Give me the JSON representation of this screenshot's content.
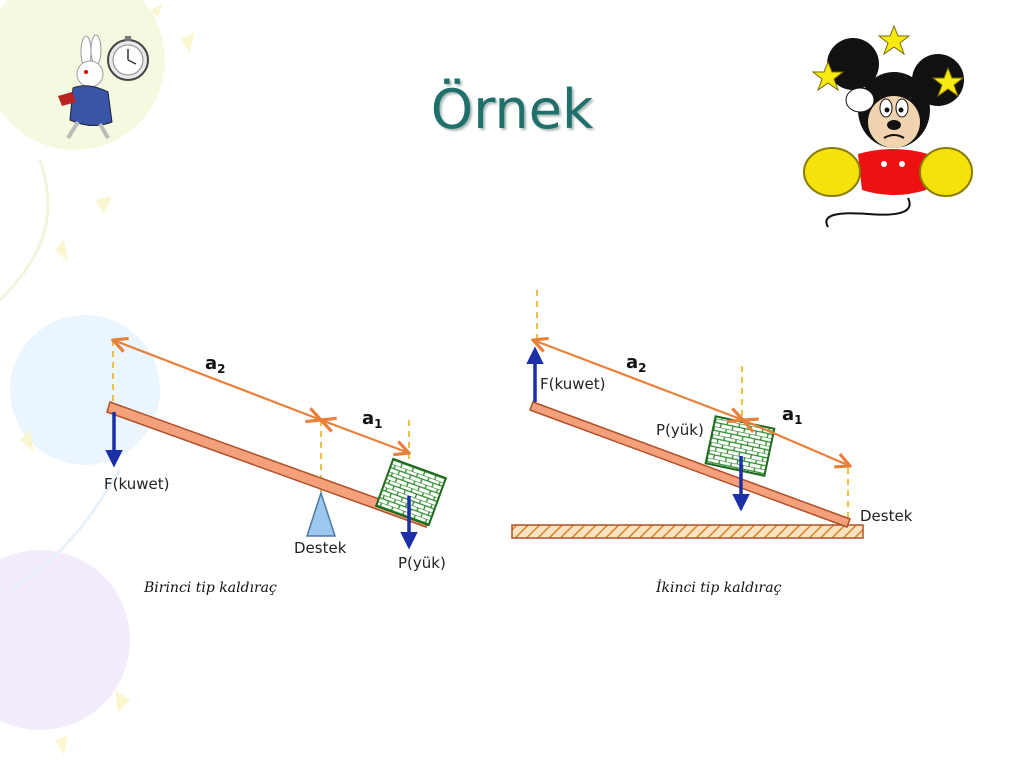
{
  "slide": {
    "title": "Örnek"
  },
  "lever1": {
    "caption": "Birinci tip kaldıraç",
    "force_label": "F(kuwet)",
    "support_label": "Destek",
    "load_label": "P(yük)",
    "a2_label": "a",
    "a2_sub": "2",
    "a1_label": "a",
    "a1_sub": "1"
  },
  "lever2": {
    "caption": "İkinci tip kaldıraç",
    "force_label": "F(kuwet)",
    "support_label": "Destek",
    "load_label": "P(yük)",
    "a2_label": "a",
    "a2_sub": "2",
    "a1_label": "a",
    "a1_sub": "1"
  },
  "colors": {
    "title": "#1f6f6a",
    "beam": "#f4a07a",
    "beam_stroke": "#b0502a",
    "dimension_arrow": "#e8803a",
    "force_arrow": "#1a2fa8",
    "guide_dash": "#f0c040",
    "support": "#9cc8f0",
    "load_block": "#2e8b2e"
  },
  "icons": {
    "top_left": "rabbit-with-pocket-watch-icon",
    "top_right": "dizzy-mickey-mouse-icon"
  }
}
